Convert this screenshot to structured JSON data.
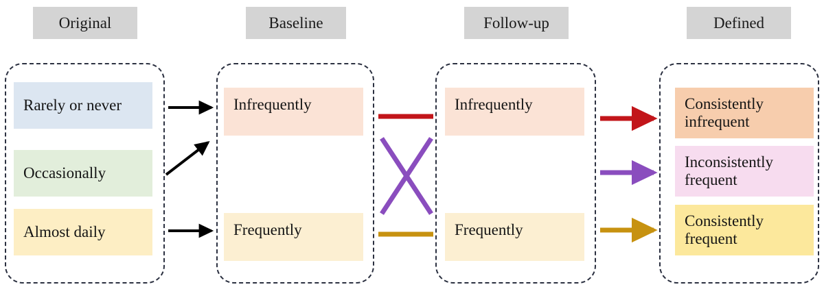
{
  "figure": {
    "type": "flow-diagram",
    "background": "#ffffff"
  },
  "columns": [
    {
      "key": "original",
      "header": "Original",
      "header_bg": "#d4d4d4",
      "items": [
        {
          "label": "Rarely or never",
          "bg": "#dce6f1"
        },
        {
          "label": "Occasionally",
          "bg": "#e2eedb"
        },
        {
          "label": "Almost daily",
          "bg": "#fdeec4"
        }
      ]
    },
    {
      "key": "baseline",
      "header": "Baseline",
      "header_bg": "#d4d4d4",
      "items": [
        {
          "label": "Infrequently",
          "bg": "#fbe3d6"
        },
        {
          "label": "Frequently",
          "bg": "#fcefd2"
        }
      ]
    },
    {
      "key": "followup",
      "header": "Follow-up",
      "header_bg": "#d4d4d4",
      "items": [
        {
          "label": "Infrequently",
          "bg": "#fbe3d6"
        },
        {
          "label": "Frequently",
          "bg": "#fcefd2"
        }
      ]
    },
    {
      "key": "defined",
      "header": "Defined",
      "header_bg": "#d4d4d4",
      "items": [
        {
          "label": "Consistently infrequent",
          "line1": "Consistently",
          "line2": "infrequent",
          "bg": "#f7cdad"
        },
        {
          "label": "Inconsistently frequent",
          "line1": "Inconsistently",
          "line2": "frequent",
          "bg": "#f7dcef"
        },
        {
          "label": "Consistently frequent",
          "line1": "Consistently",
          "line2": "frequent",
          "bg": "#fce89c"
        }
      ]
    }
  ],
  "connectors": {
    "original_to_baseline": [
      {
        "name": "rarely-or-never-to-infrequently",
        "style": "arrow-horizontal",
        "color": "#000000"
      },
      {
        "name": "occasionally-to-infrequently",
        "style": "arrow-diagonal-up",
        "color": "#000000"
      },
      {
        "name": "almost-daily-to-frequently",
        "style": "arrow-horizontal",
        "color": "#000000"
      }
    ],
    "baseline_to_followup": [
      {
        "name": "infrequent-stays-infrequent",
        "style": "line-horizontal",
        "color": "#c2151a"
      },
      {
        "name": "infrequent-to-frequent",
        "style": "line-diagonal-down",
        "color": "#8a4dbe"
      },
      {
        "name": "frequent-to-infrequent",
        "style": "line-diagonal-up",
        "color": "#8a4dbe"
      },
      {
        "name": "frequent-stays-frequent",
        "style": "line-horizontal",
        "color": "#c79210"
      }
    ],
    "followup_to_defined": [
      {
        "name": "to-consistently-infrequent",
        "style": "arrow-horizontal",
        "color": "#c2151a"
      },
      {
        "name": "to-inconsistently-frequent",
        "style": "arrow-horizontal",
        "color": "#8a4dbe"
      },
      {
        "name": "to-consistently-frequent",
        "style": "arrow-horizontal",
        "color": "#c79210"
      }
    ]
  },
  "palette": {
    "header_gray": "#d4d4d4",
    "dash_border": "#2b3040",
    "red": "#c2151a",
    "purple": "#8a4dbe",
    "gold": "#c79210",
    "black": "#000000"
  }
}
